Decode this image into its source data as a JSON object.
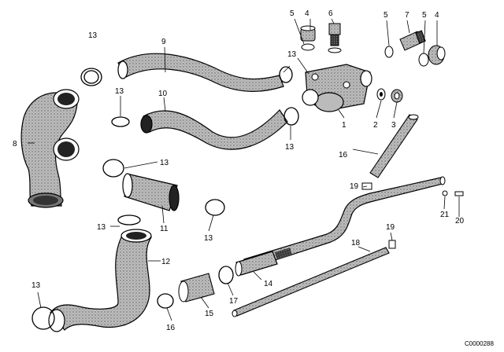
{
  "diagram": {
    "reference_code": "C0000288",
    "labels": {
      "n1": "1",
      "n2": "2",
      "n3": "3",
      "n4a": "4",
      "n4b": "4",
      "n5a": "5",
      "n5b": "5",
      "n5c": "5",
      "n6": "6",
      "n7": "7",
      "n8": "8",
      "n9": "9",
      "n10": "10",
      "n11": "11",
      "n12": "12",
      "n13a": "13",
      "n13b": "13",
      "n13c": "13",
      "n13d": "13",
      "n13e": "13",
      "n13f": "13",
      "n13g": "13",
      "n13h": "13",
      "n14": "14",
      "n15": "15",
      "n16a": "16",
      "n16b": "16",
      "n17": "17",
      "n18": "18",
      "n19a": "19",
      "n19b": "19",
      "n20": "20",
      "n21": "21"
    }
  }
}
